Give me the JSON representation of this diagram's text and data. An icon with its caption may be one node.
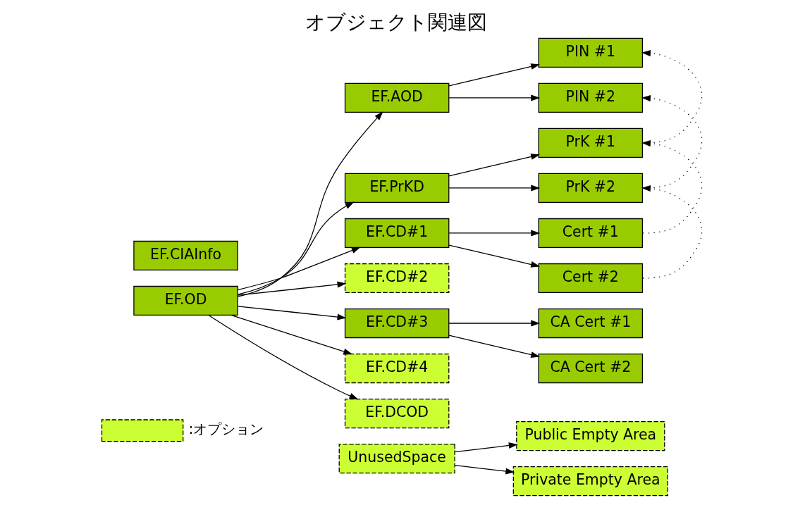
{
  "diagram": {
    "title": "オブジェクト関連図",
    "nodes": [
      {
        "text": [
          "EF.CIAInfo"
        ]
      },
      {
        "text": [
          "EF.OD"
        ]
      },
      {
        "text": [
          "EF.AOD"
        ]
      },
      {
        "text": [
          "EF.PrKD"
        ]
      },
      {
        "text": [
          "EF.CD#1"
        ]
      },
      {
        "text": [
          "EF.CD#2"
        ]
      },
      {
        "text": [
          "EF.CD#3"
        ]
      },
      {
        "text": [
          "EF.CD#4"
        ]
      },
      {
        "text": [
          "EF.DCOD"
        ]
      },
      {
        "text": [
          "UnusedSpace"
        ]
      },
      {
        "text": [
          "PIN #1"
        ]
      },
      {
        "text": [
          "PIN #2"
        ]
      },
      {
        "text": [
          "PrK #1"
        ]
      },
      {
        "text": [
          "PrK #2"
        ]
      },
      {
        "text": [
          "Cert #1"
        ]
      },
      {
        "text": [
          "Cert #2"
        ]
      },
      {
        "text": [
          "CA Cert #1"
        ]
      },
      {
        "text": [
          "CA Cert #2"
        ]
      },
      {
        "text": [
          "Public Empty Area"
        ]
      },
      {
        "text": [
          "Private Empty Area"
        ]
      }
    ],
    "edges": [
      {
        "from": 1,
        "to": 2,
        "arrow": "to"
      },
      {
        "from": 1,
        "to": 3,
        "arrow": "to"
      },
      {
        "from": 1,
        "to": 4,
        "arrow": "to"
      },
      {
        "from": 1,
        "to": 5,
        "arrow": "to"
      },
      {
        "from": 1,
        "to": 6,
        "arrow": "to"
      },
      {
        "from": 1,
        "to": 7,
        "arrow": "to"
      },
      {
        "from": 1,
        "to": 8,
        "arrow": "to"
      },
      {
        "from": 2,
        "to": 10,
        "arrow": "to"
      },
      {
        "from": 2,
        "to": 11,
        "arrow": "to"
      },
      {
        "from": 3,
        "to": 12,
        "arrow": "to"
      },
      {
        "from": 3,
        "to": 13,
        "arrow": "to"
      },
      {
        "from": 4,
        "to": 14,
        "arrow": "to"
      },
      {
        "from": 4,
        "to": 15,
        "arrow": "to"
      },
      {
        "from": 6,
        "to": 16,
        "arrow": "to"
      },
      {
        "from": 6,
        "to": 17,
        "arrow": "to"
      },
      {
        "from": 9,
        "to": 18,
        "arrow": "to"
      },
      {
        "from": 9,
        "to": 19,
        "arrow": "to"
      },
      {
        "from": 12,
        "to": 10,
        "arrow": "to",
        "style": "dashed"
      },
      {
        "from": 13,
        "to": 11,
        "arrow": "to",
        "style": "dashed"
      },
      {
        "from": 14,
        "to": 12,
        "arrow": "to",
        "style": "dashed"
      },
      {
        "from": 15,
        "to": 13,
        "arrow": "to",
        "style": "dashed"
      }
    ],
    "legend": [
      {
        "text": ":オプション",
        "color": "#ccff33"
      }
    ]
  }
}
